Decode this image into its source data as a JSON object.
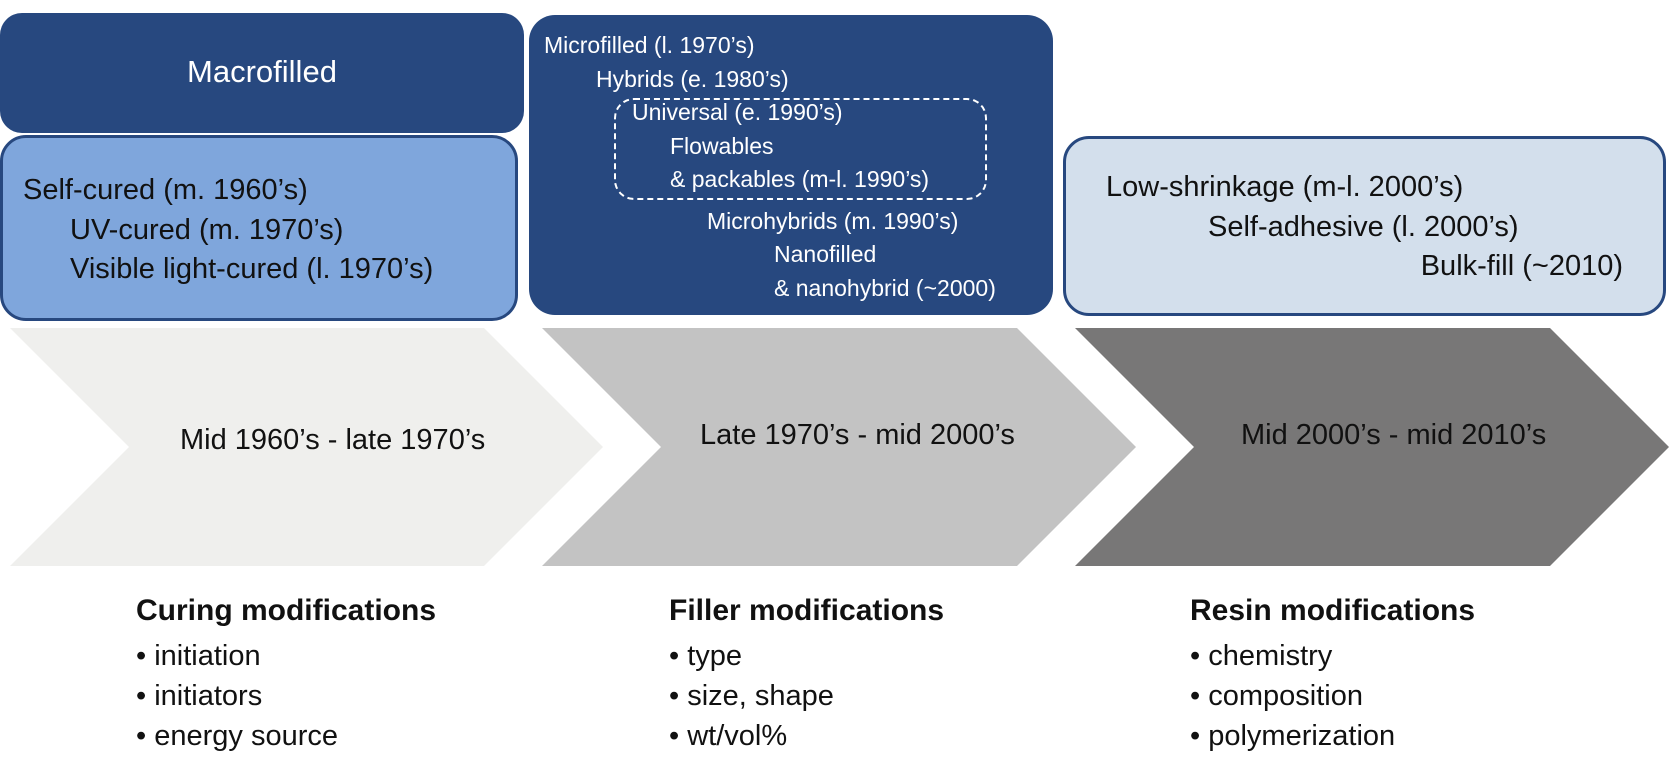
{
  "macrofilled": {
    "label": "Macrofilled"
  },
  "curing_box": {
    "items": [
      "Self-cured (m. 1960’s)",
      "UV-cured (m. 1970’s)",
      "Visible light-cured (l. 1970’s)"
    ]
  },
  "filler_box": {
    "microfilled": "Microfilled (l. 1970’s)",
    "hybrids": "Hybrids (e. 1980’s)",
    "universal": "Universal (e. 1990’s)",
    "flowables": "Flowables",
    "packables": "& packables (m-l. 1990’s)",
    "microhybrids": "Microhybrids (m. 1990’s)",
    "nanofilled": "Nanofilled",
    "nanohybrid": "& nanohybrid (~2000)"
  },
  "resin_box": {
    "items": [
      "Low-shrinkage (m-l. 2000’s)",
      "Self-adhesive (l. 2000’s)",
      "Bulk-fill (~2010)"
    ]
  },
  "eras": [
    {
      "label": "Mid 1960’s - late 1970’s",
      "color": "#efefed"
    },
    {
      "label": "Late 1970’s - mid 2000’s",
      "color": "#c3c3c3"
    },
    {
      "label": "Mid 2000’s - mid 2010’s",
      "color": "#787777"
    }
  ],
  "modifications": [
    {
      "title": "Curing modifications",
      "items": [
        "initiation",
        "initiators",
        "energy source"
      ]
    },
    {
      "title": "Filler modifications",
      "items": [
        "type",
        "size, shape",
        "wt/vol%"
      ]
    },
    {
      "title": "Resin modifications",
      "items": [
        "chemistry",
        "composition",
        "polymerization"
      ]
    }
  ],
  "colors": {
    "dark_blue": "#27487f",
    "mid_blue": "#7fa6dc",
    "light_blue": "#d3dfec"
  }
}
